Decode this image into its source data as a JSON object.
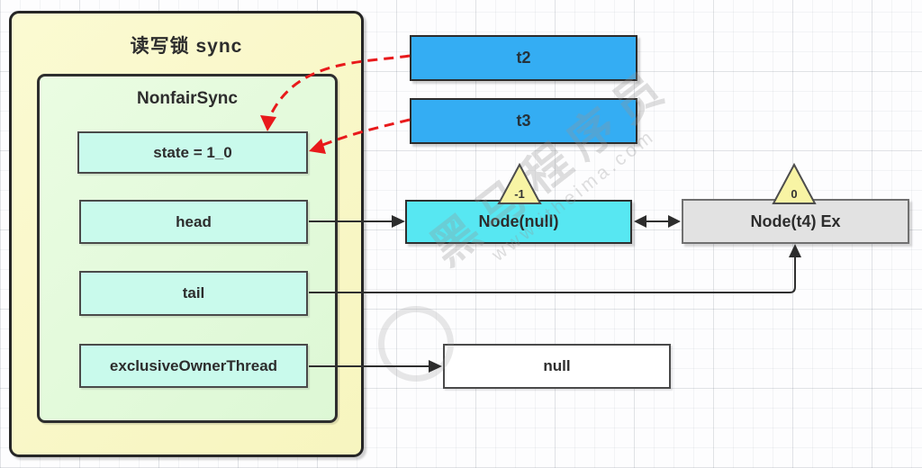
{
  "diagram": {
    "outer_title": "读写锁 sync",
    "inner_title": "NonfairSync",
    "fields": [
      {
        "label": "state = 1_0"
      },
      {
        "label": "head"
      },
      {
        "label": "tail"
      },
      {
        "label": "exclusiveOwnerThread"
      }
    ],
    "threads": [
      {
        "label": "t2"
      },
      {
        "label": "t3"
      }
    ],
    "nodes": [
      {
        "label": "Node(null)",
        "wait_status": "-1"
      },
      {
        "label": "Node(t4) Ex",
        "wait_status": "0"
      }
    ],
    "null_label": "null",
    "watermark": {
      "title": "黑马程序员",
      "url": "www.itheima.com"
    },
    "colors": {
      "outer_fill": "#F9F7C8",
      "inner_fill": "#E2FADA",
      "field_fill": "#C9FAEC",
      "thread_fill": "#34ADF3",
      "node_head_fill": "#57E7F2",
      "node_tail_fill": "#E2E2E2",
      "triangle_fill": "#F8F4A4",
      "dashed_arrow": "#E8191B",
      "solid_arrow": "#2F2F2F"
    }
  }
}
